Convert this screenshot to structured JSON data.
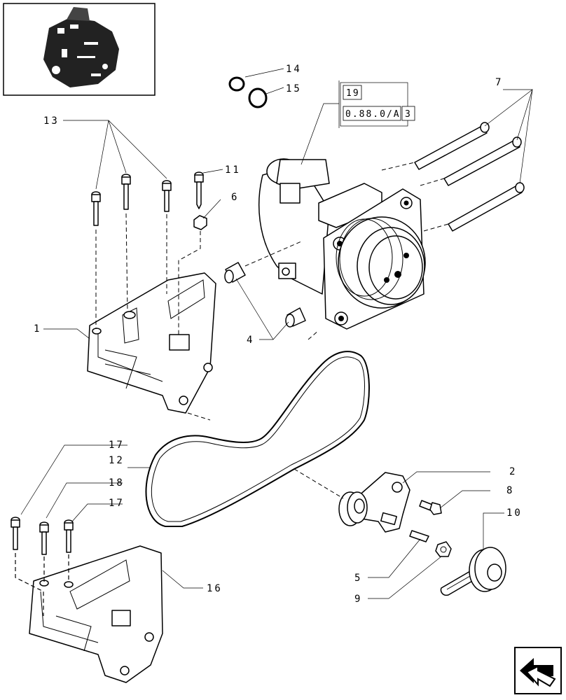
{
  "callouts": {
    "c1": "1",
    "c2": "2",
    "c4": "4",
    "c5": "5",
    "c6": "6",
    "c7": "7",
    "c8": "8",
    "c9": "9",
    "c10": "10",
    "c11": "11",
    "c12": "12",
    "c13": "13",
    "c14": "14",
    "c15": "15",
    "c16": "16",
    "c17a": "17",
    "c17b": "17",
    "c18": "18"
  },
  "reference": {
    "box1": "19",
    "box2": "0.88.0/A",
    "box3": "3"
  },
  "icons": {
    "thumbnail": "engine-thumbnail-icon",
    "nav": "page-navigation-arrow-icon"
  }
}
